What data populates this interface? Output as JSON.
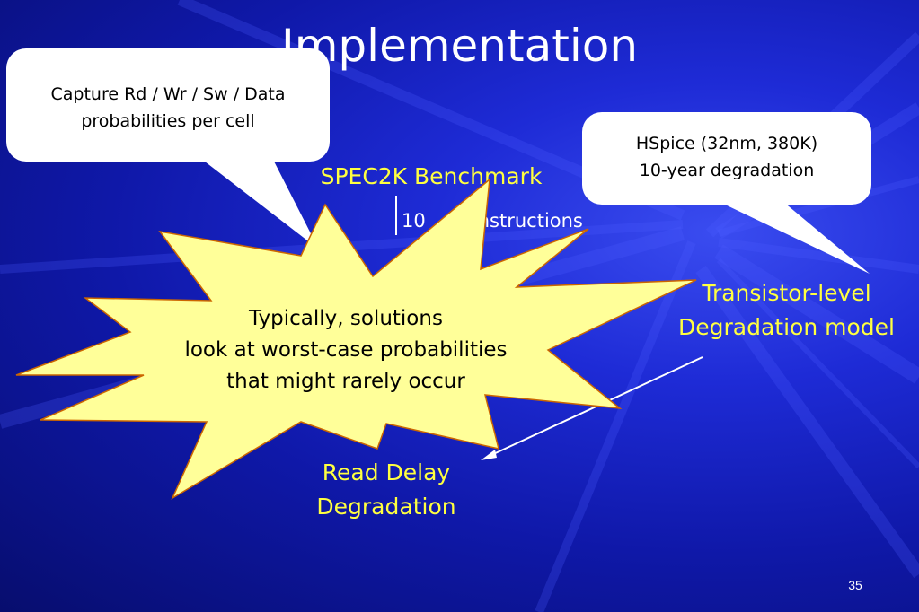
{
  "slide": {
    "title": "Implementation",
    "page_number": "35"
  },
  "callouts": {
    "left_line1": "Capture Rd / Wr / Sw / Data",
    "left_line2": "probabilities per cell",
    "right_line1": "HSpice (32nm, 380K)",
    "right_line2": "10-year degradation"
  },
  "flow": {
    "benchmark": "SPEC2K Benchmark",
    "instructions": "10",
    "instructions_partial": "nstructions",
    "model_line1": "Transistor-level",
    "model_line2": "Degradation model",
    "result_line1": "Read Delay",
    "result_line2": "Degradation"
  },
  "burst": {
    "line1": "Typically, solutions",
    "line2": "look at worst-case probabilities",
    "line3": "that might rarely occur"
  },
  "colors": {
    "background": "#1e2bd6",
    "highlight_text": "#ffff40",
    "burst_fill": "#ffff99",
    "callout_fill": "#ffffff"
  }
}
